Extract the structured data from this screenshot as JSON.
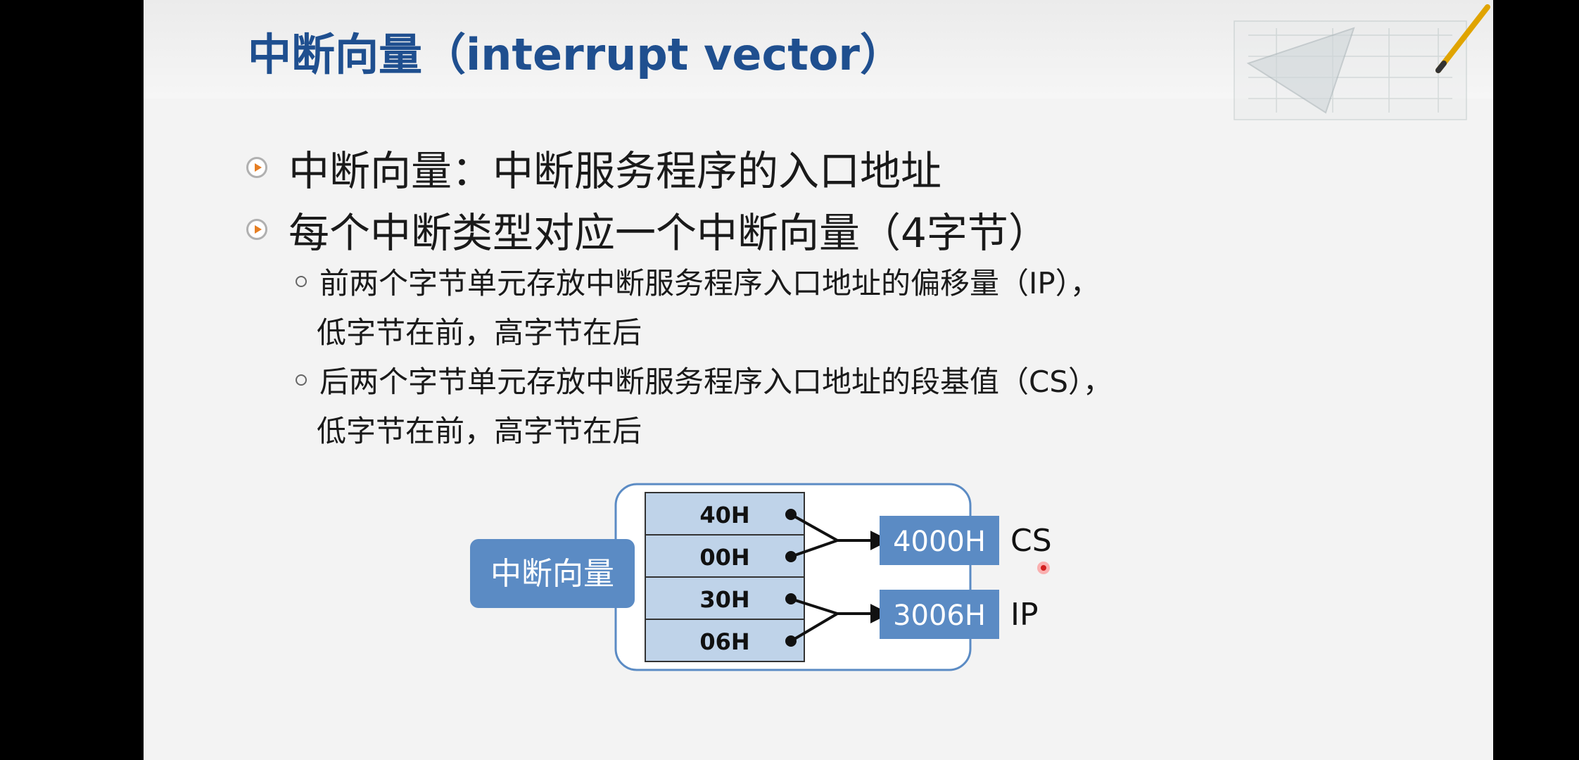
{
  "slide": {
    "title": "中断向量（interrupt vector）",
    "bullets": [
      {
        "text": "中断向量：中断服务程序的入口地址"
      },
      {
        "text": "每个中断类型对应一个中断向量（4字节）"
      }
    ],
    "sub_bullets": [
      {
        "line1": "前两个字节单元存放中断服务程序入口地址的偏移量（IP），",
        "line2": "低字节在前，高字节在后"
      },
      {
        "line1": "后两个字节单元存放中断服务程序入口地址的段基值（CS），",
        "line2": "低字节在前，高字节在后"
      }
    ]
  },
  "diagram": {
    "vector_label": "中断向量",
    "cells": [
      "40H",
      "00H",
      "30H",
      "06H"
    ],
    "targets": [
      {
        "value": "4000H",
        "register": "CS"
      },
      {
        "value": "3006H",
        "register": "IP"
      }
    ],
    "colors": {
      "cell_fill": "#bfd3e9",
      "box_fill": "#5b8bc4",
      "outline": "#3f6fae"
    }
  }
}
